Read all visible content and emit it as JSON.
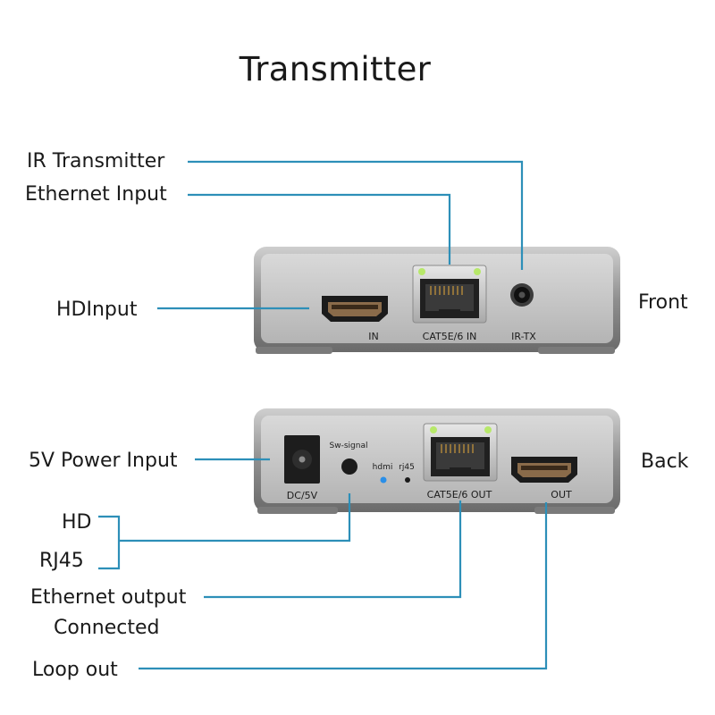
{
  "title": "Transmitter",
  "front": {
    "side_label": "Front",
    "ports": {
      "in": "IN",
      "cat_in": "CAT5E/6 IN",
      "ir_tx": "IR-TX"
    },
    "callouts": {
      "ir_transmitter": "IR Transmitter",
      "ethernet_input": "Ethernet Input",
      "hd_input_prefix": "HD",
      "hd_input_suffix": "Input"
    }
  },
  "back": {
    "side_label": "Back",
    "ports": {
      "dc": "DC/5V",
      "sw_signal": "Sw-signal",
      "hdmi_led": "hdmi",
      "rj45_led": "rj45",
      "cat_out": "CAT5E/6 OUT",
      "out": "OUT"
    },
    "callouts": {
      "power": "5V Power Input",
      "hd": "HD",
      "rj45": "RJ45",
      "ethernet_output": "Ethernet output",
      "connected": "Connected",
      "loop_out": "Loop out"
    }
  },
  "colors": {
    "leader_line": "#2d8fb8",
    "housing": "#8c8c8c",
    "faceplate": "#bdbdbd",
    "led_blue": "#2a8fe8",
    "led_green": "#b7e86a"
  }
}
